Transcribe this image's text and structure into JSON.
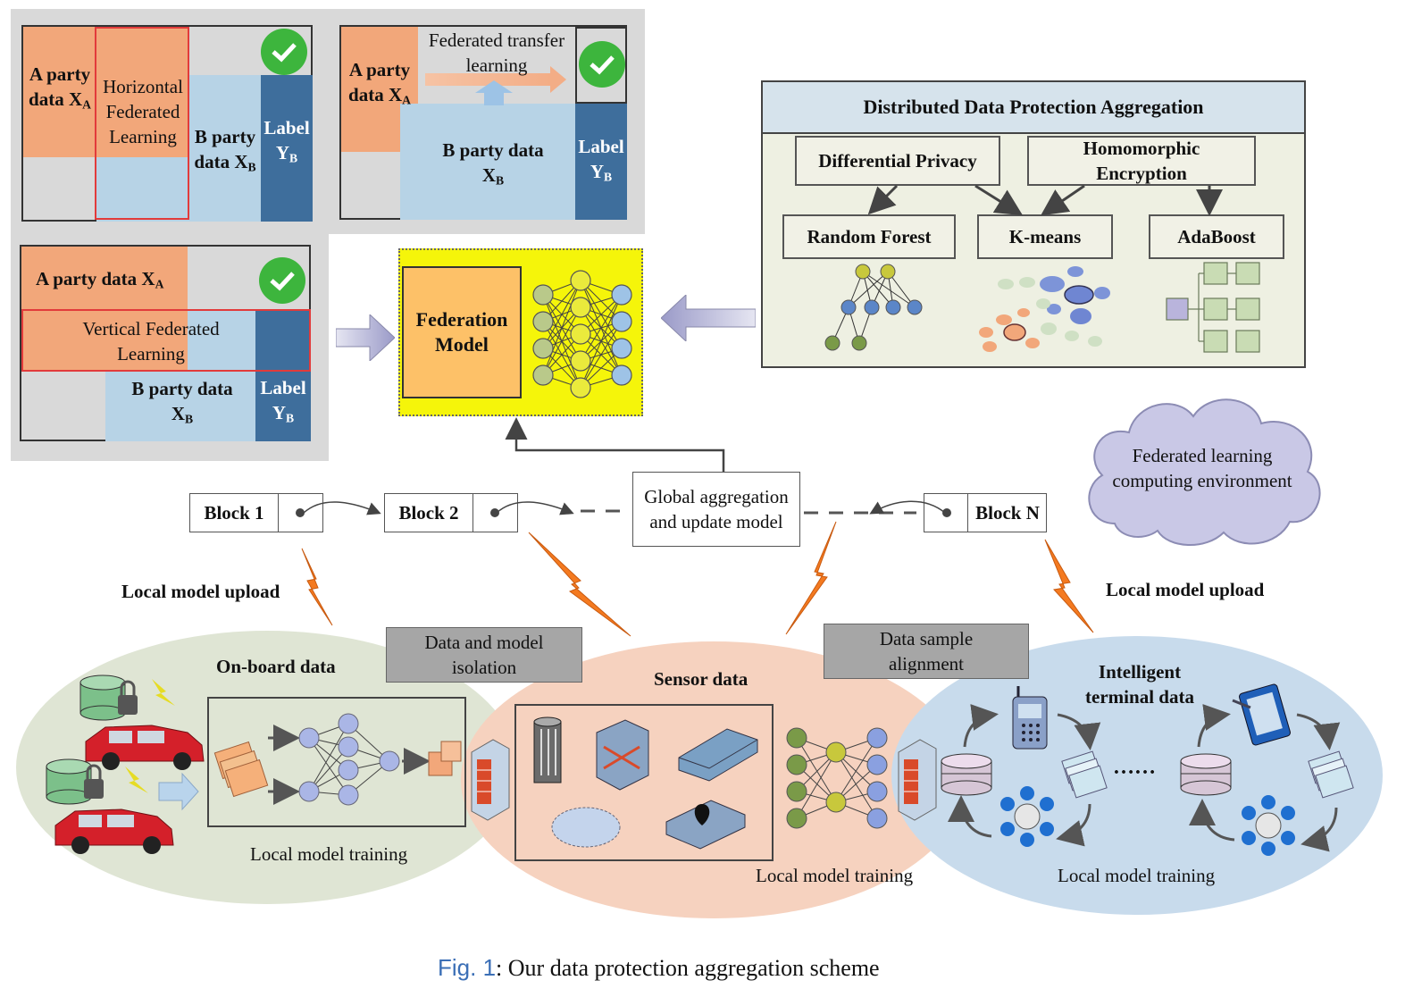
{
  "panels": {
    "horizontal": {
      "a_party": "A party data X",
      "a_sub": "A",
      "hfl": "Horizontal Federated Learning",
      "b_party": "B party data X",
      "b_sub": "B",
      "label": "Label Y",
      "label_sub": "B"
    },
    "transfer": {
      "a_party": "A party data X",
      "a_sub": "A",
      "title": "Federated transfer learning",
      "b_party": "B party data X",
      "b_sub": "B",
      "label": "Label Y",
      "label_sub": "B"
    },
    "vertical": {
      "a_party": "A party data X",
      "a_sub": "A",
      "vfl": "Vertical Federated Learning",
      "b_party": "B party data X",
      "b_sub": "B",
      "label": "Label Y",
      "label_sub": "B"
    }
  },
  "federation_model": "Federation Model",
  "protection": {
    "title": "Distributed Data Protection Aggregation",
    "dp": "Differential Privacy",
    "he": "Homomorphic Encryption",
    "rf": "Random Forest",
    "km": "K-means",
    "ab": "AdaBoost"
  },
  "cloud": "Federated learning computing environment",
  "blocks": {
    "b1": "Block 1",
    "b2": "Block 2",
    "bn": "Block N",
    "global": "Global aggregation and update model"
  },
  "uploads": {
    "left": "Local model upload",
    "right": "Local model upload"
  },
  "isolation": "Data and model isolation",
  "alignment": "Data sample alignment",
  "zones": {
    "onboard": "On-board data",
    "sensor": "Sensor data",
    "terminal": "Intelligent terminal data",
    "training1": "Local model training",
    "training2": "Local model training",
    "training3": "Local model training",
    "dots": "……"
  },
  "caption": {
    "fig": "Fig. 1",
    "text": ": Our data protection aggregation scheme"
  },
  "colors": {
    "orange": "#f2a77a",
    "blue_light": "#b7d3e6",
    "blue_dark": "#3e6e9c",
    "yellow": "#f5f50a",
    "fed_orange": "#fdc168",
    "check": "#3db53d",
    "caption_blue": "#3b6fb6"
  }
}
